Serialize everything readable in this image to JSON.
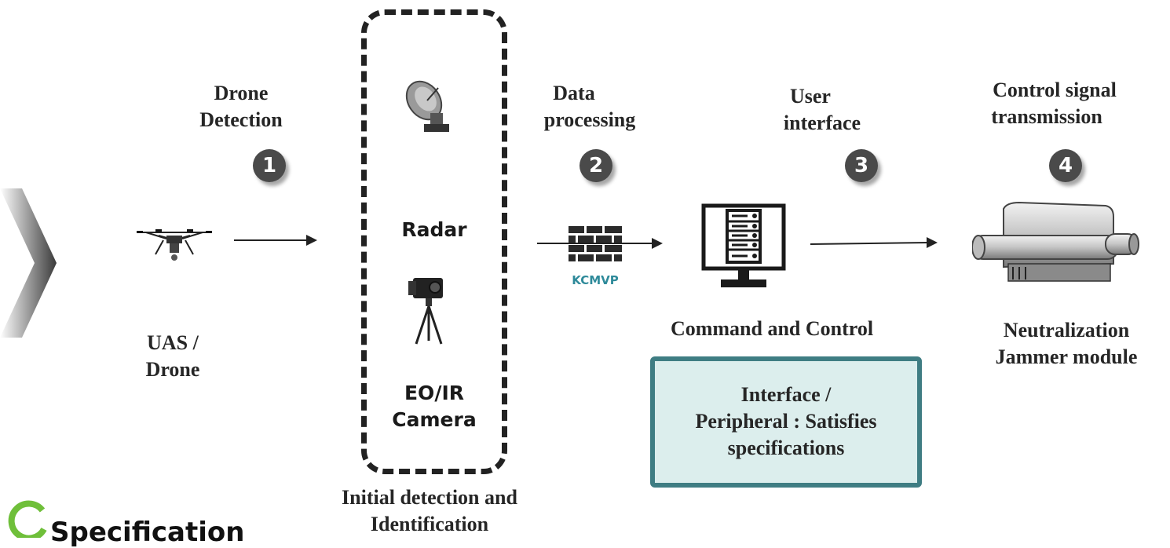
{
  "steps": [
    {
      "number": "1",
      "label_line1": "Drone",
      "label_line2": "Detection"
    },
    {
      "number": "2",
      "label_line1": "Data",
      "label_line2": "processing"
    },
    {
      "number": "3",
      "label_line1": "User",
      "label_line2": "interface"
    },
    {
      "number": "4",
      "label_line1": "Control signal",
      "label_line2": "transmission"
    }
  ],
  "uas": {
    "line1": "UAS /",
    "line2": "Drone"
  },
  "sensors": {
    "radar_label": "Radar",
    "camera_line1": "EO/IR",
    "camera_line2": "Camera",
    "group_line1": "Initial detection and",
    "group_line2": "Identification"
  },
  "kcmvp_label": "KCMVP",
  "c2": {
    "title": "Command and Control"
  },
  "spec_box": {
    "line1": "Interface /",
    "line2": "Peripheral : Satisfies",
    "line3": "specifications"
  },
  "jammer": {
    "line1": "Neutralization",
    "line2": "Jammer module"
  },
  "footer": {
    "title": "Specification"
  },
  "colors": {
    "accent_teal": "#3f7d83",
    "box_fill": "#dceeed",
    "kcmvp_teal": "#2e8a9a",
    "logo_green": "#6fbf3a"
  },
  "icons": [
    "drone-icon",
    "radar-dish-icon",
    "eo-ir-camera-icon",
    "firewall-icon",
    "server-monitor-icon",
    "jammer-module-icon",
    "chevron-arrow-icon",
    "spec-logo-icon"
  ]
}
